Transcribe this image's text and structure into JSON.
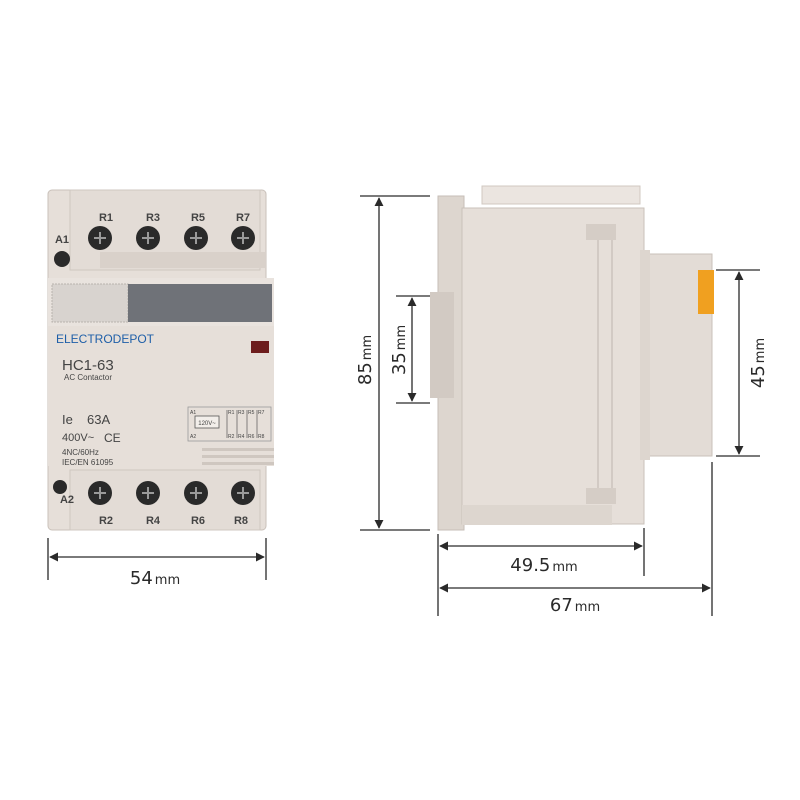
{
  "front": {
    "brand": "ELECTRODEPOT",
    "model": "HC1-63",
    "subtitle": "AC Contactor",
    "current_label": "Ie",
    "current_value": "63A",
    "voltage": "400V~",
    "ce_mark": "CE",
    "config": "4NC/60Hz",
    "standard": "IEC/EN 61095",
    "coil_top": "A1",
    "coil_bottom": "A2",
    "coil_voltage": "120V~",
    "top_terminals": [
      "R1",
      "R3",
      "R5",
      "R7"
    ],
    "bottom_terminals": [
      "R2",
      "R4",
      "R6",
      "R8"
    ]
  },
  "dimensions": {
    "width_front": "54",
    "height_total": "85",
    "height_front_window": "35",
    "height_side_module": "45",
    "depth_base": "49.5",
    "depth_total": "67",
    "unit": "mm"
  },
  "colors": {
    "housing": "#e6dfd9",
    "housing_shade": "#d6cec7",
    "label_window": "#6f7278",
    "brand_blue": "#1f5fa8",
    "indicator_red": "#6d1d1d",
    "screw": "#2a2a2a",
    "orange_tab": "#f0a020"
  }
}
